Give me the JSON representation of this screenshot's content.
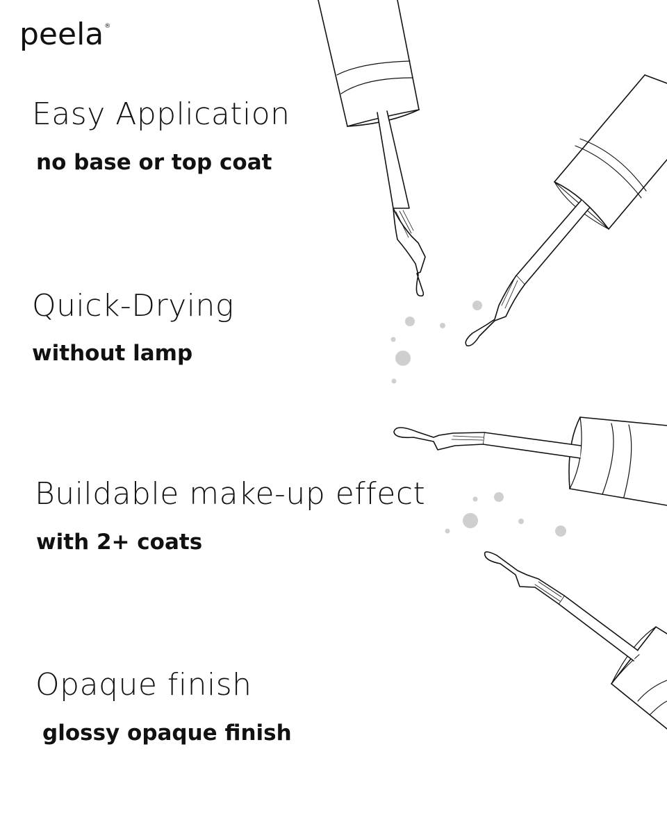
{
  "brand": {
    "name": "peela",
    "registered_mark": "®"
  },
  "features": [
    {
      "title": "Easy Application",
      "subtitle": "no base or top coat"
    },
    {
      "title": "Quick-Drying",
      "subtitle": "without lamp"
    },
    {
      "title": "Buildable make-up effect",
      "subtitle": "with 2+ coats"
    },
    {
      "title": "Opaque finish",
      "subtitle": "glossy opaque finish"
    }
  ],
  "illustration": {
    "subject": "nail-polish-brush-icon",
    "count": 4,
    "line_color": "#111111",
    "droplet_color": "#cfcfcf"
  }
}
